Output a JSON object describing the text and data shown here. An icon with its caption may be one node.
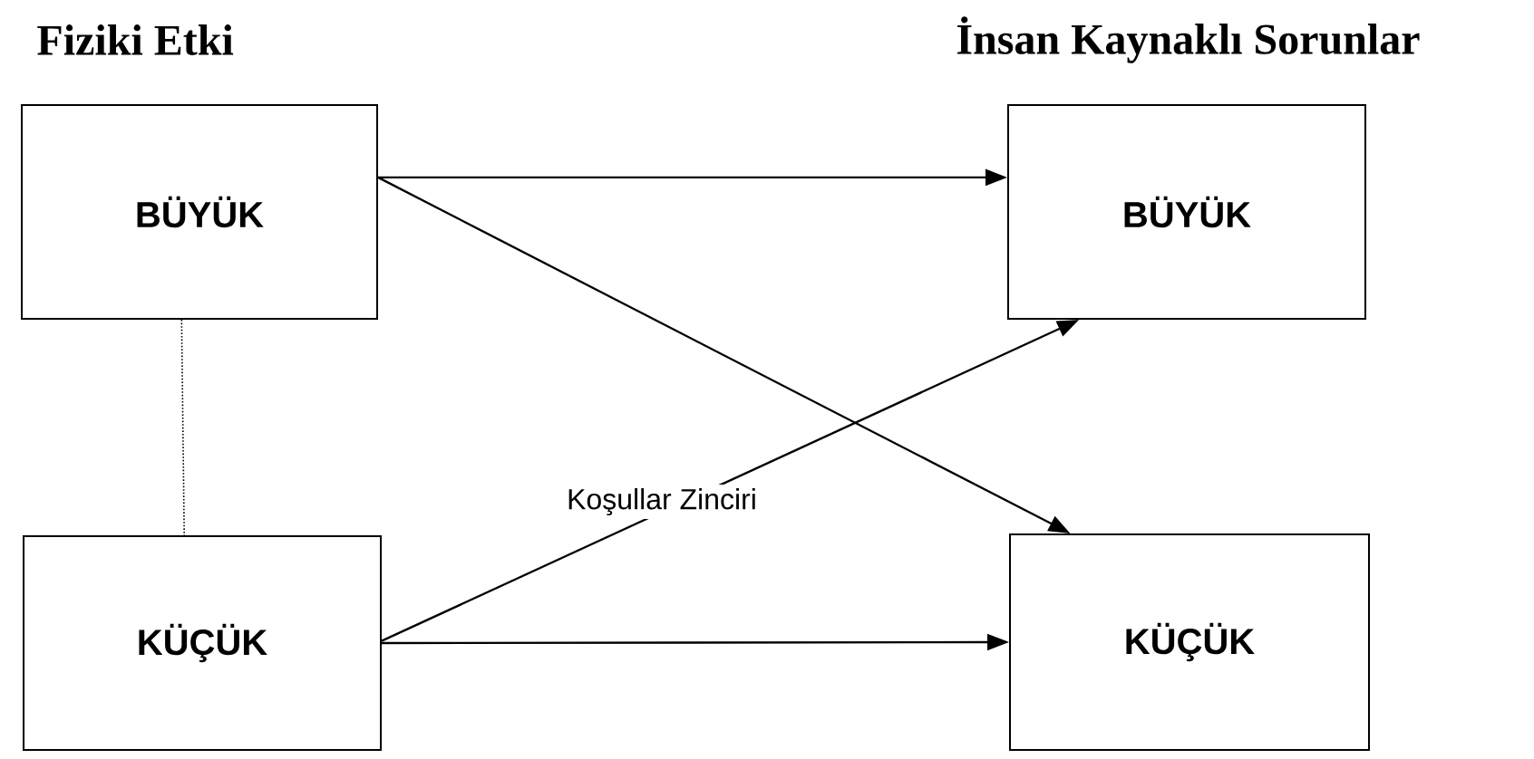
{
  "diagram": {
    "nodes": [
      {
        "text": [
          "BÜYÜK"
        ]
      },
      {
        "text": [
          "BÜYÜK"
        ]
      },
      {
        "text": [
          "KÜÇÜK"
        ]
      },
      {
        "text": [
          "KÜÇÜK"
        ]
      }
    ],
    "edges": [
      {
        "from": 0,
        "to": 1,
        "arrow": "to"
      },
      {
        "from": 0,
        "to": 3,
        "arrow": "to"
      },
      {
        "from": 2,
        "to": 1,
        "arrow": "to",
        "label": "Koşullar Zinciri"
      },
      {
        "from": 2,
        "to": 3,
        "arrow": "to"
      },
      {
        "from": 0,
        "to": 2,
        "arrow": "none",
        "style": "dashed"
      }
    ],
    "labels": [
      "Fiziki Etki",
      "İnsan Kaynaklı Sorunlar"
    ]
  }
}
